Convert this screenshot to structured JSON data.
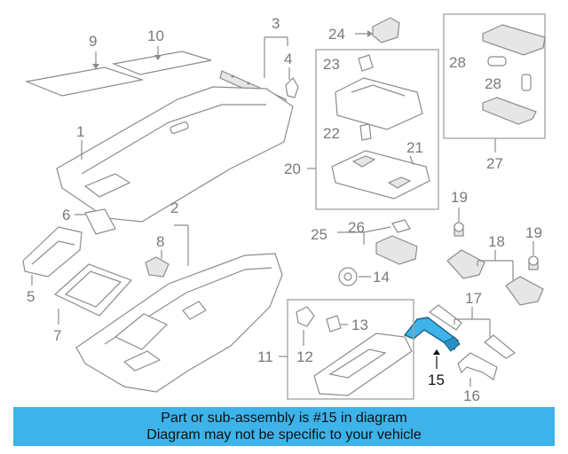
{
  "callouts": {
    "n1": "1",
    "n2": "2",
    "n3": "3",
    "n4": "4",
    "n5": "5",
    "n6": "6",
    "n7": "7",
    "n8": "8",
    "n9": "9",
    "n10": "10",
    "n11": "11",
    "n12": "12",
    "n13": "13",
    "n14": "14",
    "n15": "15",
    "n16": "16",
    "n17": "17",
    "n18": "18",
    "n19a": "19",
    "n19b": "19",
    "n20": "20",
    "n21": "21",
    "n22": "22",
    "n23": "23",
    "n24": "24",
    "n25": "25",
    "n26": "26",
    "n27": "27",
    "n28a": "28",
    "n28b": "28"
  },
  "highlight": {
    "part_number": "15",
    "color": "#3db3ea"
  },
  "banner": {
    "line1": "Part or sub-assembly is #15 in diagram",
    "line2": "Diagram may not be specific to your vehicle",
    "background": "#3db3ea"
  }
}
